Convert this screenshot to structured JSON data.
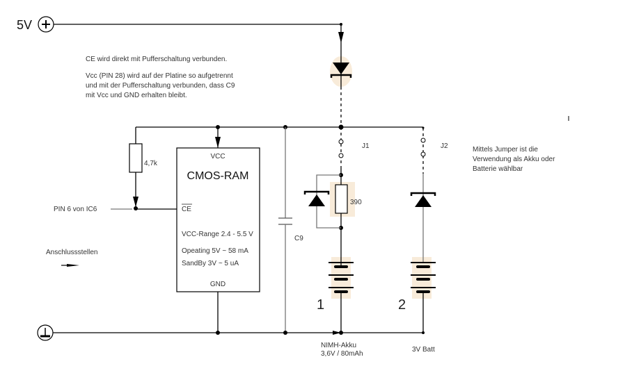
{
  "power": {
    "supply_label": "5V",
    "supply_icon": "plus-terminal-icon",
    "ground_icon": "ground-terminal-icon"
  },
  "notes": {
    "line1": "CE wird direkt mit Pufferschaltung verbunden.",
    "line2": "Vcc (PIN 28) wird auf der Platine so aufgetrennt",
    "line3": "und mit der Pufferschaltung verbunden, dass C9",
    "line4": "mit Vcc und GND erhalten bleibt."
  },
  "jumper_note": {
    "line1": "Mittels Jumper ist die",
    "line2": "Verwendung als Akku oder",
    "line3": "Batterie wählbar"
  },
  "chip": {
    "title": "CMOS-RAM",
    "vcc_pin": "VCC",
    "ce_pin": "CE",
    "gnd_pin": "GND",
    "spec_range": "VCC-Range 2.4 - 5.5 V",
    "spec_operating": "Opeating  5V ~ 58 mA",
    "spec_standby": "SandBy  3V ~ 5 uA"
  },
  "components": {
    "r_pullup": "4,7k",
    "r_series": "390",
    "capacitor": "C9",
    "jumper1": "J1",
    "jumper2": "J2"
  },
  "labels": {
    "pin6": "PIN 6 von IC6",
    "anschluss": "Anschlussstellen",
    "battery1_num": "1",
    "battery2_num": "2",
    "battery1_name": "NIMH-Akku",
    "battery1_spec": "3,6V / 80mAh",
    "battery2_name": "3V Batt"
  }
}
